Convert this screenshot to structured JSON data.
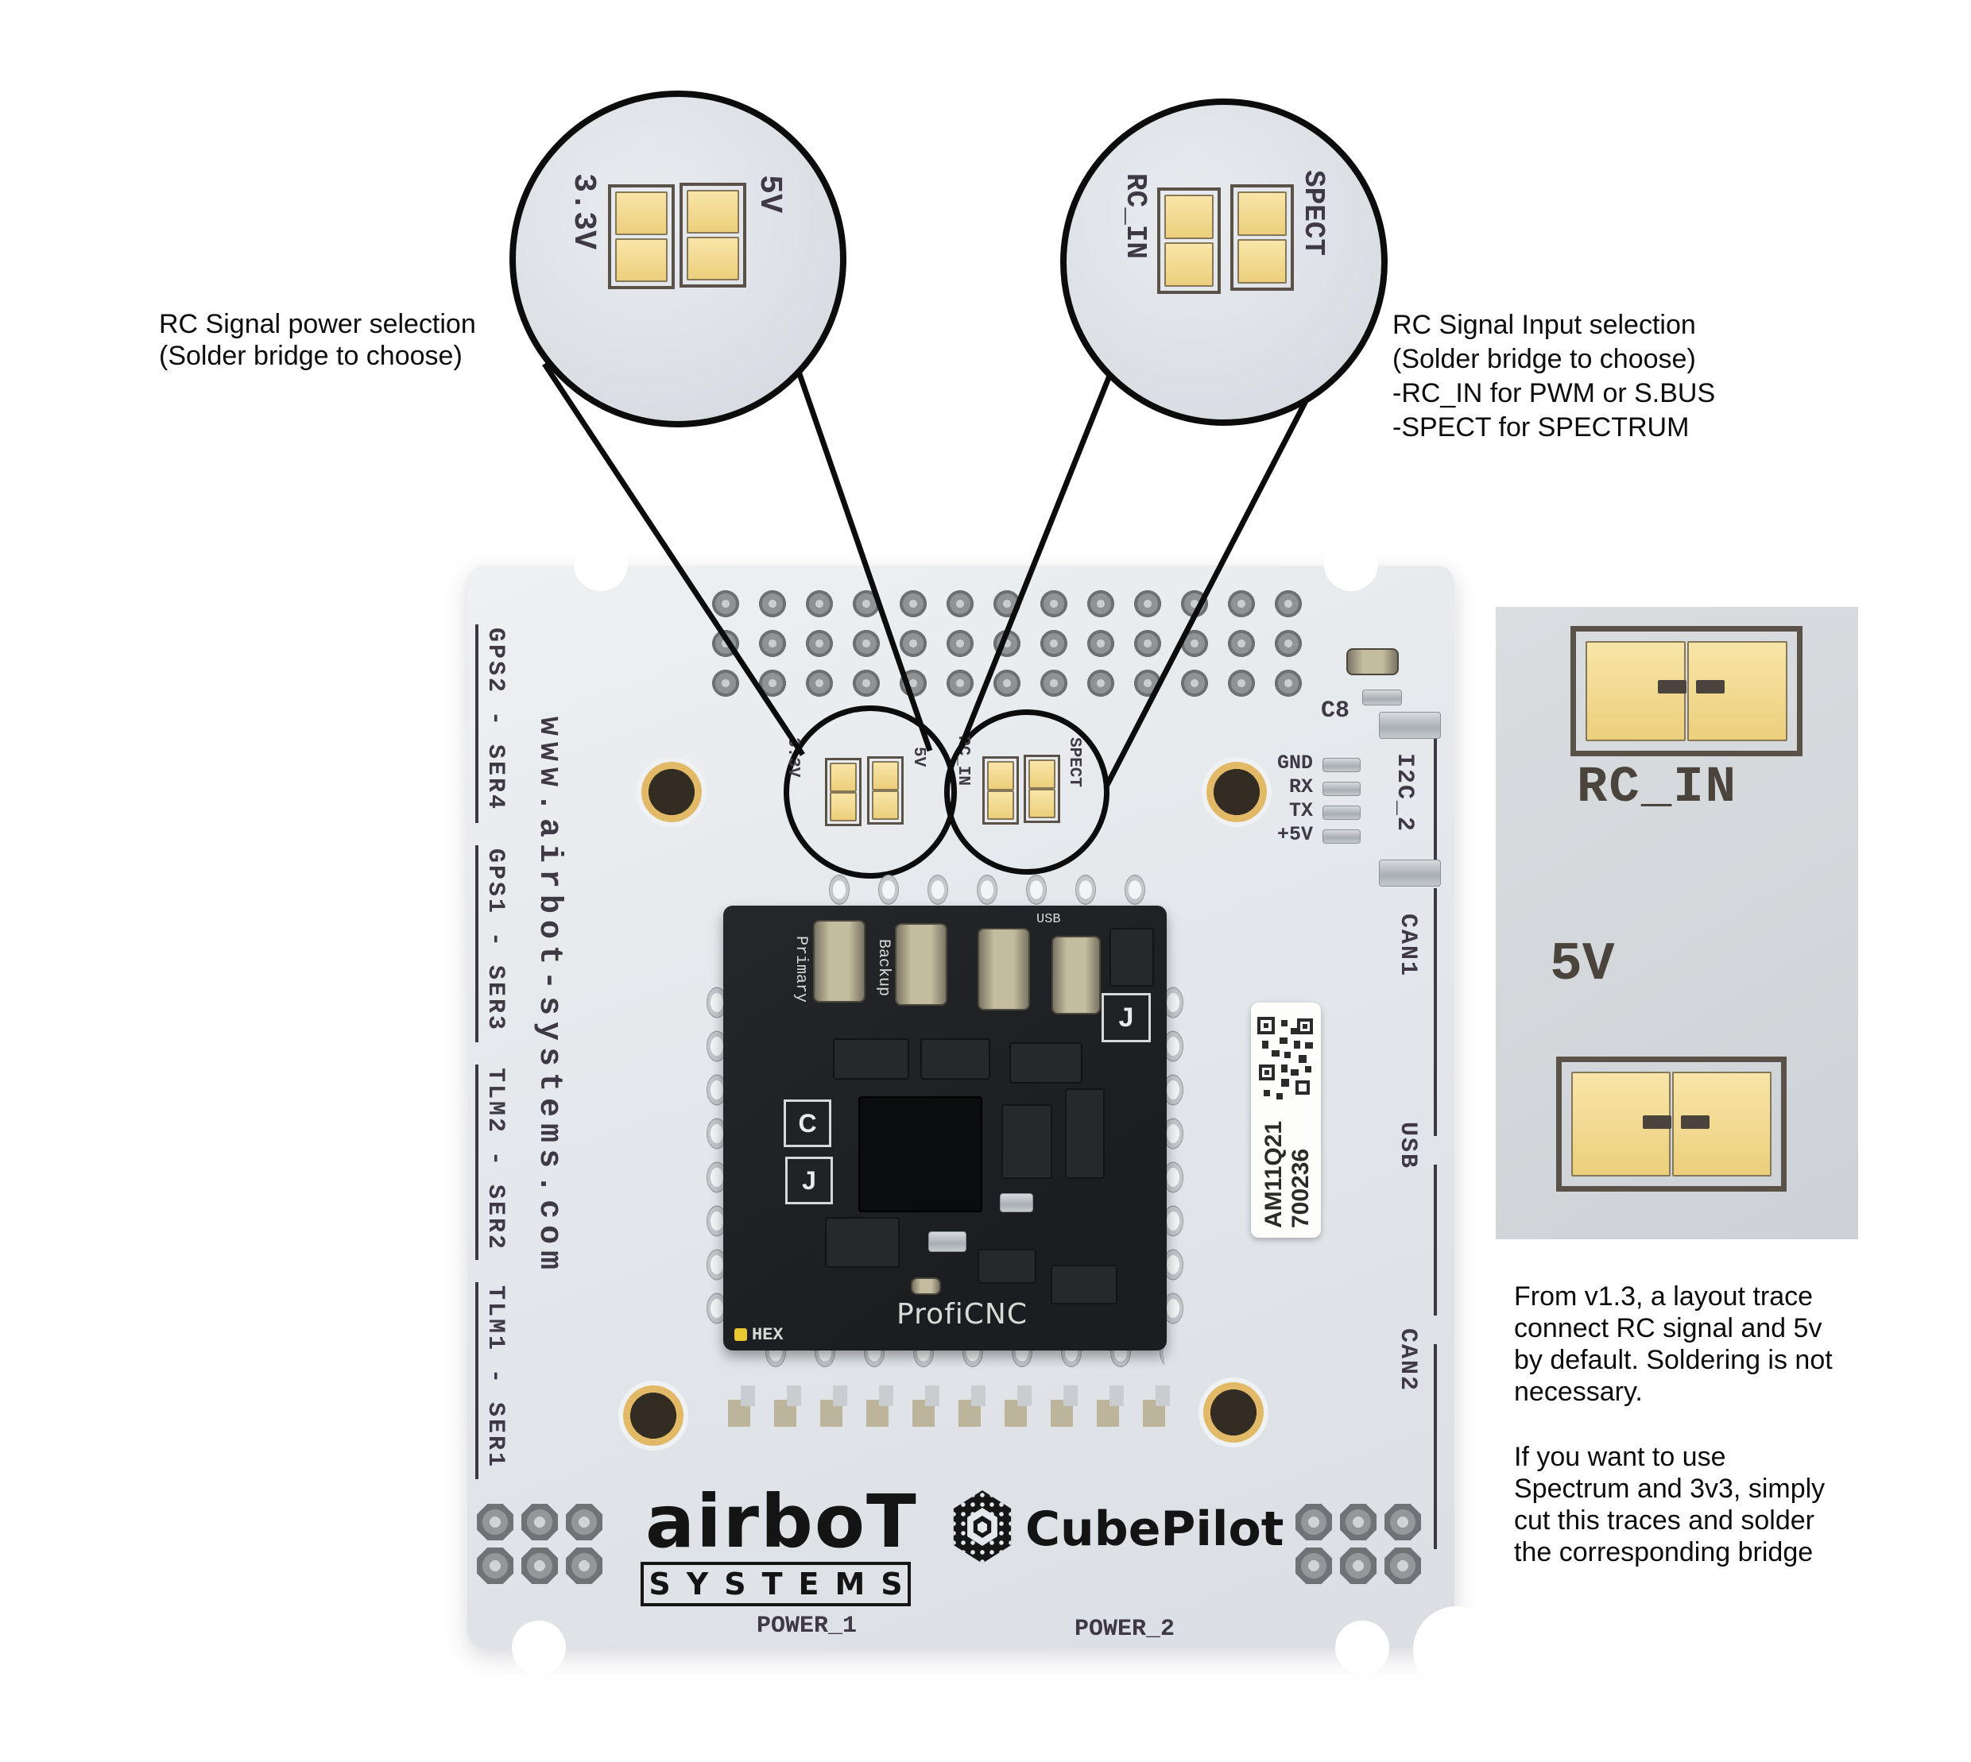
{
  "annotations": {
    "power": {
      "line1": "RC Signal power selection",
      "line2": "(Solder bridge to choose)"
    },
    "input": {
      "line1": "RC Signal Input selection",
      "line2": "(Solder bridge to choose)",
      "line3": "-RC_IN for PWM or S.BUS",
      "line4": "-SPECT for SPECTRUM"
    },
    "note": {
      "p1l1": "From v1.3, a layout trace",
      "p1l2": "connect RC signal and 5v",
      "p1l3": "by default. Soldering is not",
      "p1l4": "necessary.",
      "p2l1": "If you want to use",
      "p2l2": "Spectrum and 3v3, simply",
      "p2l3": "cut this traces and solder",
      "p2l4": "the corresponding bridge"
    }
  },
  "callouts": {
    "power": {
      "left": "3.3V",
      "right": "5V"
    },
    "input": {
      "left": "RC_IN",
      "right": "SPECT"
    }
  },
  "board": {
    "website": "www.airbot-systems.com",
    "edge_left": [
      "GPS2 - SER4",
      "GPS1 - SER3",
      "TLM2 - SER2",
      "TLM1 - SER1"
    ],
    "edge_right": [
      "I2C_2",
      "CAN1",
      "USB",
      "CAN2"
    ],
    "uart": [
      "GND",
      "RX",
      "TX",
      "+5V"
    ],
    "c8": "C8",
    "power1": "POWER_1",
    "power2": "POWER_2",
    "sticker": {
      "model": "AM11Q21",
      "serial": "700236"
    },
    "module": {
      "primary": "Primary",
      "backup": "Backup",
      "c": "C",
      "j": "J",
      "usb": "USB",
      "brand": "ProfiCNC",
      "hex": "HEX"
    },
    "logo": {
      "airbot": "airboT",
      "systems": "SYSTEMS",
      "cubepilot": "CubePilot"
    }
  },
  "inset": {
    "rc_in": "RC_IN",
    "v5": "5V"
  },
  "colors": {
    "pad_gold": "#eccf7c",
    "pcb": "#e4e7eb",
    "silkscreen": "#3f3944",
    "callout_line": "#0c0c0c"
  }
}
